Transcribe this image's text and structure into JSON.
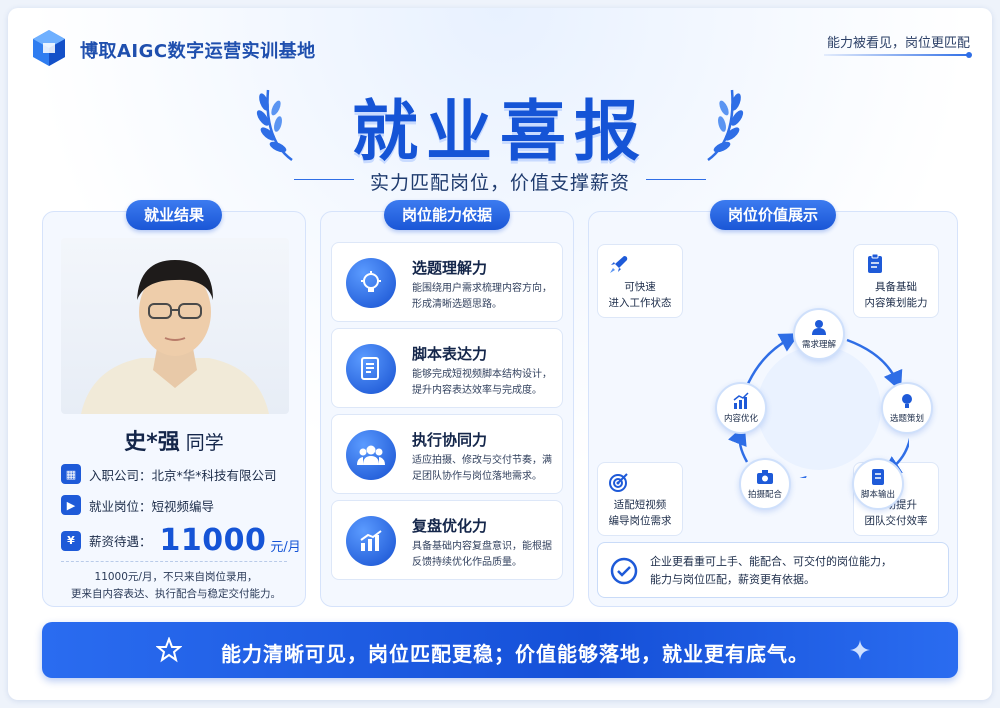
{
  "header": {
    "brand": "博取AIGC数字运营实训基地",
    "slogan": "能力被看见，岗位更匹配",
    "title": "就业喜报",
    "subtitle": "实力匹配岗位，价值支撑薪资"
  },
  "result": {
    "section_title": "就业结果",
    "name": "史*强",
    "name_suffix": "同学",
    "company_label": "入职公司：",
    "company": "北京*华*科技有限公司",
    "position_label": "就业岗位：",
    "position": "短视频编导",
    "salary_label": "薪资待遇：",
    "salary": "11000",
    "salary_unit": "元/月",
    "note_line1": "11000元/月，不只来自岗位录用，",
    "note_line2": "更来自内容表达、执行配合与稳定交付能力。"
  },
  "abilities": {
    "section_title": "岗位能力依据",
    "items": [
      {
        "title": "选题理解力",
        "desc": "能围绕用户需求梳理内容方向，形成清晰选题思路。",
        "icon": "lightbulb-icon"
      },
      {
        "title": "脚本表达力",
        "desc": "能够完成短视频脚本结构设计，提升内容表达效率与完成度。",
        "icon": "document-icon"
      },
      {
        "title": "执行协同力",
        "desc": "适应拍摄、修改与交付节奏，满足团队协作与岗位落地需求。",
        "icon": "team-icon"
      },
      {
        "title": "复盘优化力",
        "desc": "具备基础内容复盘意识，能根据反馈持续优化作品质量。",
        "icon": "chart-icon"
      }
    ]
  },
  "value": {
    "section_title": "岗位价值展示",
    "corners": [
      {
        "line1": "可快速",
        "line2": "进入工作状态",
        "icon": "rocket-icon"
      },
      {
        "line1": "具备基础",
        "line2": "内容策划能力",
        "icon": "clipboard-icon"
      },
      {
        "line1": "适配短视频",
        "line2": "编导岗位需求",
        "icon": "target-icon"
      },
      {
        "line1": "有助提升",
        "line2": "团队交付效率",
        "icon": "people-icon"
      }
    ],
    "cycle": [
      "需求理解",
      "选题策划",
      "脚本输出",
      "拍摄配合",
      "内容优化"
    ],
    "summary_line1": "企业更看重可上手、能配合、可交付的岗位能力，",
    "summary_line2": "能力与岗位匹配，薪资更有依据。"
  },
  "footer": {
    "text": "能力清晰可见，岗位匹配更稳；价值能够落地，就业更有底气。"
  },
  "colors": {
    "primary": "#1554d6",
    "accent": "#2f6ee6",
    "panel_bg": "#f4f8ff"
  }
}
